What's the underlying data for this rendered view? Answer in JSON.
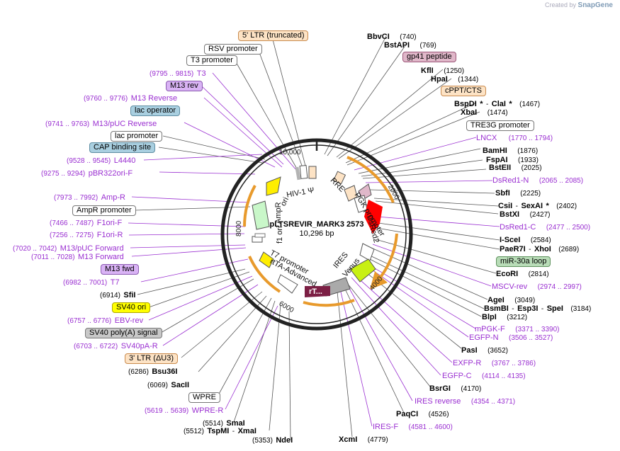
{
  "brand": {
    "created_by": "Created by",
    "app": "SnapGene"
  },
  "plasmid": {
    "name": "pLTSREVIR_MARK3 2573",
    "size": "10,296 bp"
  },
  "ticks": [
    "10,000",
    "2000",
    "4000",
    "6000",
    "8000"
  ],
  "inner_labels": {
    "hiv": "HIV-1 Ψ",
    "rre": "RRE",
    "pgk": "PGK promoter",
    "dsred": "DsRed2",
    "ires": "IRES",
    "venus": "Venus",
    "rtadv": "rtTA-Advanced",
    "t7": "T7 promoter",
    "rt": "rT...",
    "ori": "ori",
    "ampr": "AmpR",
    "f1": "f1 ori"
  },
  "colors": {
    "box_orange": "#fde3c5",
    "box_purple": "#d9b3f5",
    "box_pink": "#e0b7c9",
    "box_blue": "#a9cfe0",
    "box_green": "#b8dcb7",
    "box_yellow": "#ffff00",
    "box_gray": "#c8c8c8",
    "box_white": "#ffffff",
    "purple_text": "#9a2fd1"
  },
  "left_labels": {
    "ltr5": "5' LTR (truncated)",
    "rsv": "RSV promoter",
    "t3p": "T3 promoter",
    "t3_pos": "(9795 .. 9815)",
    "t3": "T3",
    "m13rev": "M13 rev",
    "m13r_pos": "(9760 .. 9776)",
    "m13r": "M13 Reverse",
    "lacop": "lac operator",
    "m13puc_pos": "(9741 .. 9763)",
    "m13puc": "M13/pUC Reverse",
    "lacp": "lac promoter",
    "cap": "CAP binding site",
    "l4440_pos": "(9528 .. 9545)",
    "l4440": "L4440",
    "pbr_pos": "(9275 .. 9294)",
    "pbr": "pBR322ori-F",
    "ampr_f_pos": "(7973 .. 7992)",
    "ampr_f": "Amp-R",
    "amprp": "AmpR promoter",
    "f1f_pos": "(7466 .. 7487)",
    "f1f": "F1ori-F",
    "f1r_pos": "(7256 .. 7275)",
    "f1r": "F1ori-R",
    "m13fwd_puc_pos": "(7020 .. 7042)",
    "m13fwd_puc": "M13/pUC Forward",
    "m13fwd_pos": "(7011 .. 7028)",
    "m13fwd": "M13 Forward",
    "m13fwdbox": "M13 fwd",
    "t7_pos": "(6982 .. 7001)",
    "t7": "T7",
    "sfi_pos": "(6914)",
    "sfi": "SfiI",
    "sv40ori": "SV40 ori",
    "ebv_pos": "(6757 .. 6776)",
    "ebv": "EBV-rev",
    "sv40pa": "SV40 poly(A) signal",
    "sv40par_pos": "(6703 .. 6722)",
    "sv40par": "SV40pA-R",
    "ltr3": "3' LTR (ΔU3)",
    "bsu_pos": "(6286)",
    "bsu": "Bsu36I",
    "sac_pos": "(6069)",
    "sac": "SacII",
    "wpre": "WPRE",
    "wprer_pos": "(5619 .. 5639)",
    "wprer": "WPRE-R",
    "sma_pos": "(5514)",
    "sma": "SmaI",
    "tsp_pos": "(5512)",
    "tsp": "TspMI",
    "xma": "XmaI",
    "dash": "-",
    "nde_pos": "(5353)",
    "nde": "NdeI"
  },
  "right_labels": {
    "bbvci": "BbvCI",
    "bbvci_pos": "(740)",
    "bstapi": "BstAPI",
    "bstapi_pos": "(769)",
    "gp41": "gp41 peptide",
    "kfli": "KflI",
    "kfli_pos": "(1250)",
    "hpai": "HpaI",
    "hpai_pos": "(1344)",
    "cppt": "cPPT/CTS",
    "bspdi": "BspDI",
    "star": "*",
    "dash": "-",
    "clai": "ClaI",
    "bspdi_pos": "(1467)",
    "xbai": "XbaI",
    "xbai_pos": "(1474)",
    "tre3g": "TRE3G promoter",
    "lncx": "LNCX",
    "lncx_pos": "(1770 .. 1794)",
    "bamhi": "BamHI",
    "bamhi_pos": "(1876)",
    "fspai": "FspAI",
    "fspai_pos": "(1933)",
    "bsteii": "BstEII",
    "bsteii_pos": "(2025)",
    "dsredn": "DsRed1-N",
    "dsredn_pos": "(2065 .. 2085)",
    "sbfi": "SbfI",
    "sbfi_pos": "(2225)",
    "csii": "CsiI",
    "sexai": "SexAI",
    "csii_pos": "(2402)",
    "bstxi": "BstXI",
    "bstxi_pos": "(2427)",
    "dsredc": "DsRed1-C",
    "dsredc_pos": "(2477 .. 2500)",
    "iscei": "I-SceI",
    "iscei_pos": "(2584)",
    "paer7i": "PaeR7I",
    "xhoi": "XhoI",
    "paer7i_pos": "(2689)",
    "mir30": "miR-30a loop",
    "ecori": "EcoRI",
    "ecori_pos": "(2814)",
    "mscv": "MSCV-rev",
    "mscv_pos": "(2974 .. 2997)",
    "agei": "AgeI",
    "agei_pos": "(3049)",
    "bsmbi": "BsmBI",
    "esp3i": "Esp3I",
    "spei": "SpeI",
    "bsmbi_pos": "(3184)",
    "blpi": "BlpI",
    "blpi_pos": "(3212)",
    "mpgk": "mPGK-F",
    "mpgk_pos": "(3371 .. 3390)",
    "egfpn": "EGFP-N",
    "egfpn_pos": "(3506 .. 3527)",
    "pasi": "PasI",
    "pasi_pos": "(3652)",
    "exfpr": "EXFP-R",
    "exfpr_pos": "(3767 .. 3786)",
    "egfpc": "EGFP-C",
    "egfpc_pos": "(4114 .. 4135)",
    "bsrgi": "BsrGI",
    "bsrgi_pos": "(4170)",
    "iresrev": "IRES reverse",
    "iresrev_pos": "(4354 .. 4371)",
    "paqci": "PaqCI",
    "paqci_pos": "(4526)",
    "iresf": "IRES-F",
    "iresf_pos": "(4581 .. 4600)",
    "xcmi": "XcmI",
    "xcmi_pos": "(4779)"
  }
}
